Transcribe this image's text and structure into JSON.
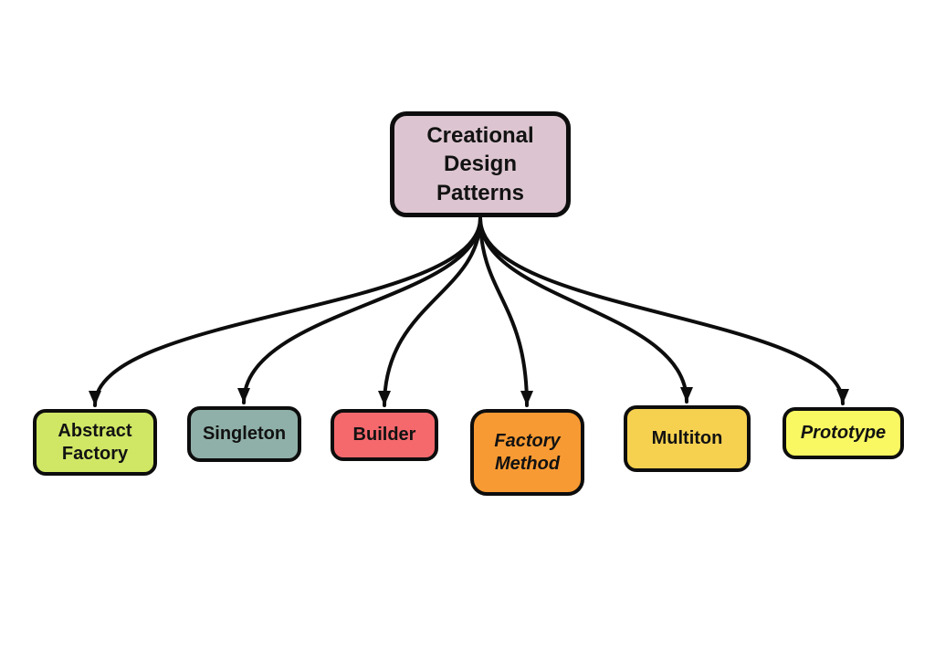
{
  "diagram": {
    "background": "#ffffff",
    "edge_color": "#0d0d0d",
    "root": {
      "label": "Creational Design Patterns",
      "fill": "#dcc5d0"
    },
    "children": [
      {
        "label": "Abstract Factory",
        "fill": "#cfe765",
        "italic": false
      },
      {
        "label": "Singleton",
        "fill": "#8fb0a8",
        "italic": false
      },
      {
        "label": "Builder",
        "fill": "#f5696d",
        "italic": false
      },
      {
        "label": "Factory Method",
        "fill": "#f89a33",
        "italic": true
      },
      {
        "label": "Multiton",
        "fill": "#f6d150",
        "italic": false
      },
      {
        "label": "Prototype",
        "fill": "#f9f862",
        "italic": true
      }
    ]
  }
}
